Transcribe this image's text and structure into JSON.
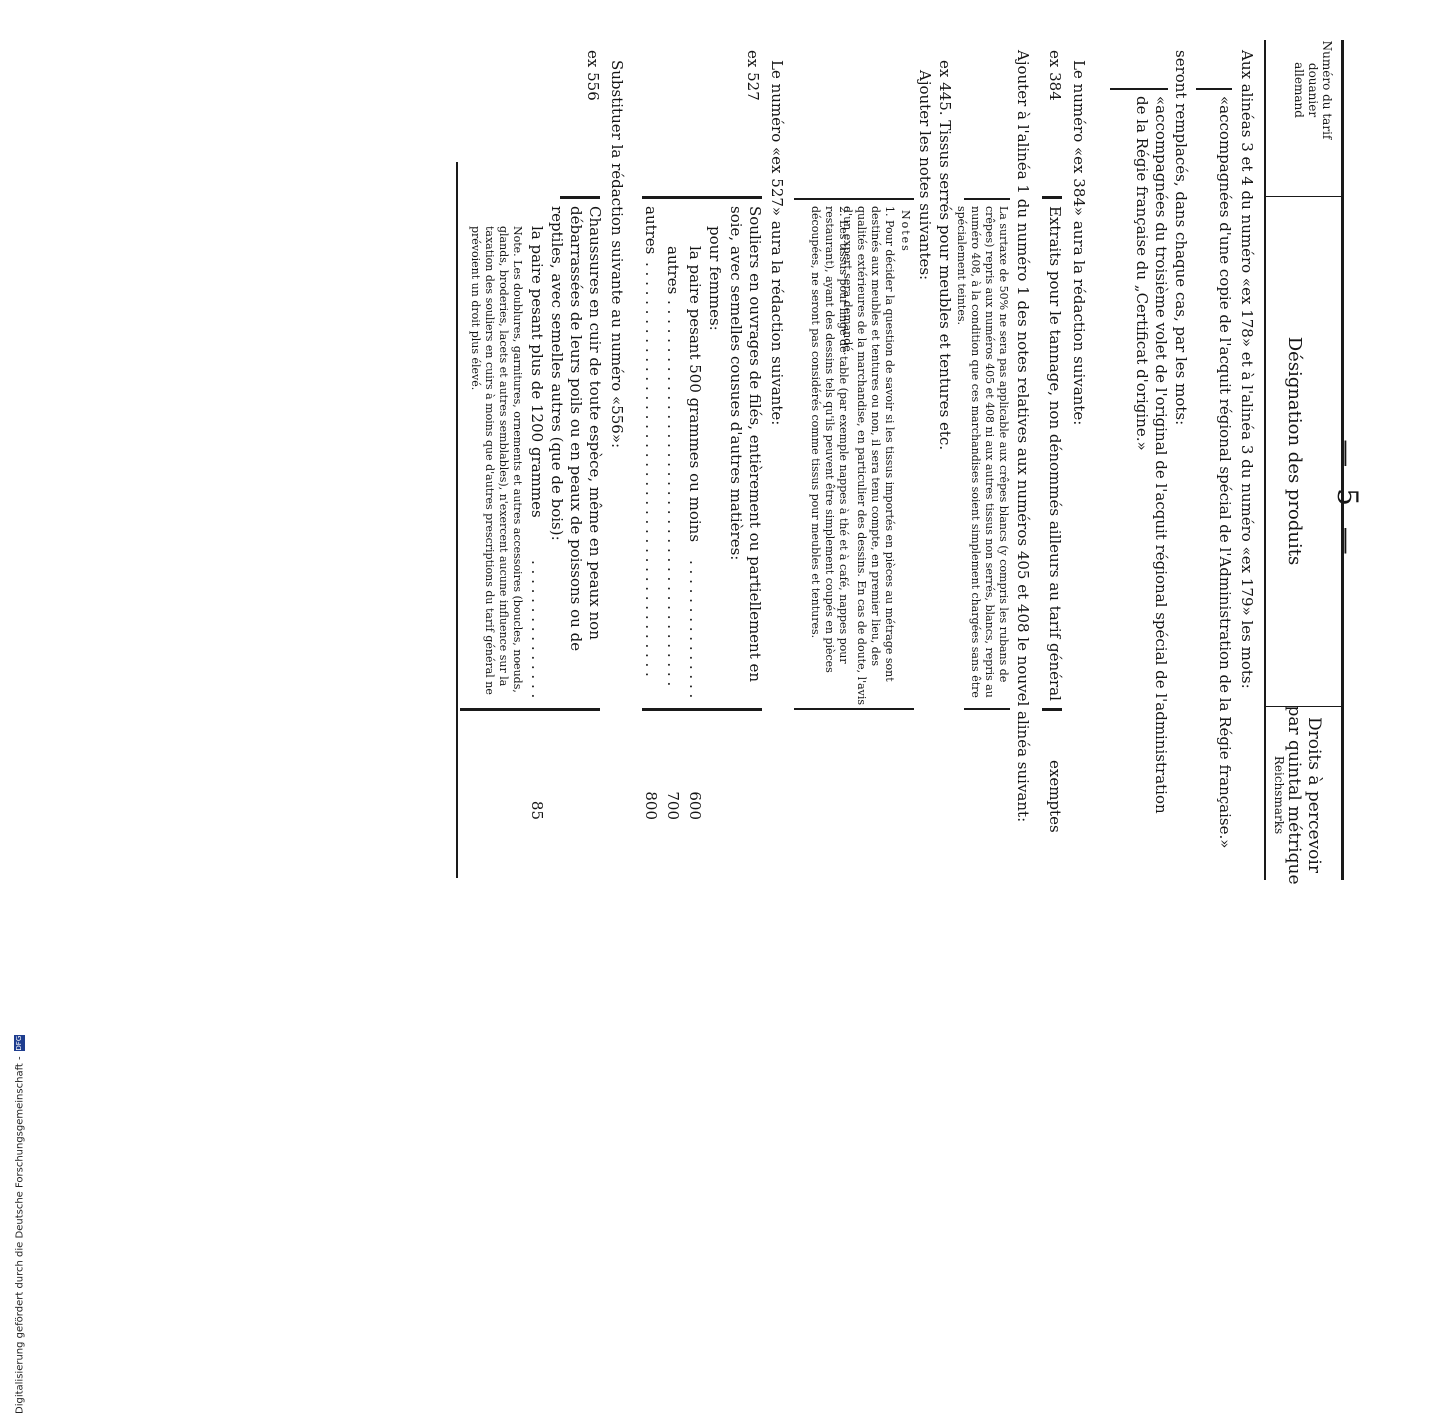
{
  "page": {
    "number": "— 5 —",
    "header": {
      "col_numero": "Numéro du tarif douanier allemand",
      "col_designation": "Désignation des produits",
      "col_droits": "Droits à percevoir par quintal métrique",
      "col_unit": "Reichsmarks"
    },
    "blocks": {
      "aux_alineas": "Aux alinéas 3 et 4 du numéro «ex 178» et à l'alinéa 3 du numéro «ex 179» les mots:",
      "quote1": "«accompagnées d'une copie de l'acquit régional spécial de l'Administration de la Régie française.»",
      "seront": "seront remplacés, dans chaque cas, par les mots:",
      "quote2": "«accompagnées du troisième volet de l'original de l'acquit régional spécial de l'administration de la Régie française du „Certificat d'origine.»",
      "le_numero_384": "Le numéro «ex 384» aura la rédaction suivante:",
      "ex384_code": "ex 384",
      "ex384_text": "Extraits pour le tannage, non dénommés ailleurs au tarif général",
      "ex384_rate": "exemptes",
      "ajouter_alinea": "Ajouter à l'alinéa 1 du numéro 1 des notes relatives aux numéros 405 et 408 le nouvel alinéa suivant:",
      "note_surtaxe": "La surtaxe de 50% ne sera pas applicable aux crêpes blancs (y compris les rubans de crêpes) repris aux numéros 405 et 408 ni aux autres tissus non serrés, blancs, repris au numéro 408, à la condition que ces marchandises soient simplement chargées sans être spécialement teintes.",
      "ex445": "ex 445. Tissus serrés pour meubles et tentures etc.",
      "ajouter_notes": "Ajouter les notes suivantes:",
      "notes_title": "Notes",
      "note1": "1. Pour décider la question de savoir si les tissus importés en pièces au métrage sont destinés aux meubles et tentures ou non, il sera tenu compte, en premier lieu, des qualités extérieures de la marchandise, en particulier des dessins. En cas de doute, l'avis d'un expert sera demandé.",
      "note2": "2. Les tissus pour linge de table (par exemple nappes à thé et à café, nappes pour restaurant), ayant des dessins tels qu'ils peuvent être simplement coupés en pièces découpées, ne seront pas considérés comme tissus pour meubles et tentures.",
      "le_numero_527": "Le numéro «ex 527» aura la rédaction suivante:",
      "ex527_code": "ex 527",
      "ex527_text": "Souliers en ouvrages de filés, entièrement ou partiellement en soie, avec semelles cousues d'autres matières:",
      "pour_femmes": "pour femmes:",
      "r1_label": "la paire pesant 500 grammes ou moins",
      "r1_rate": "600",
      "r2_label": "autres",
      "r2_rate": "700",
      "r3_label": "autres",
      "r3_rate": "800",
      "substituer": "Substituer la rédaction suivante au numéro «556»:",
      "ex556_code": "ex 556",
      "ex556_text": "Chaussures en cuir de toute espèce, même en peaux non débarrassées de leurs poils ou en peaux de poissons ou de reptiles, avec semelles autres (que de bois):",
      "ex556_sub": "la paire pesant plus de 1200 grammes",
      "ex556_rate": "85",
      "note556": "Note. Les doublures, garnitures, ornements et autres accessoires (boucles, noeuds, glands, broderies, lacets et autres semblables), n'exercent aucune influence sur la taxation des souliers en cuirs à moins que d'autres prescriptions du tarif général ne prévoient un droit plus élevé."
    },
    "credit": "Digitalisierung gefördert durch die Deutsche Forschungsgemeinschaft -",
    "credit_logo": "DFG"
  }
}
